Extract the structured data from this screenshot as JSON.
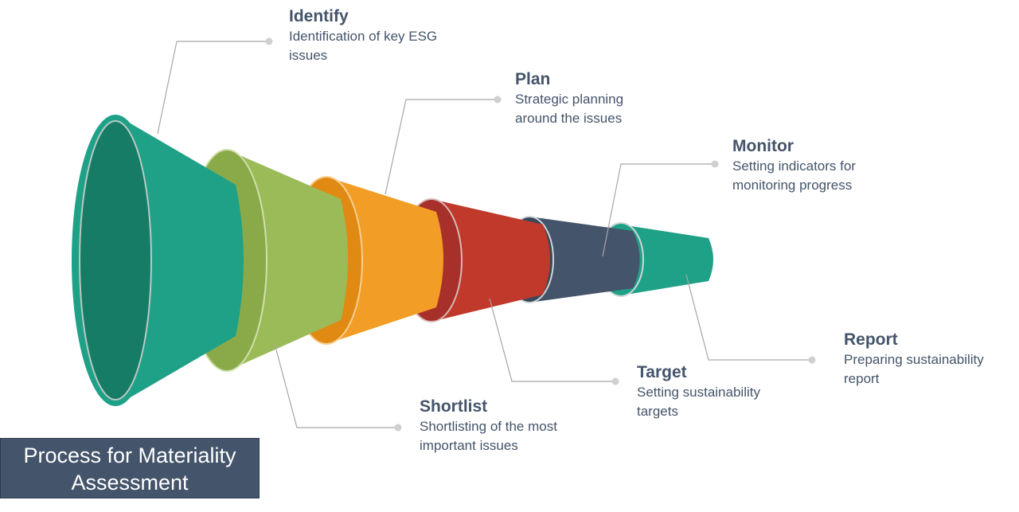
{
  "title": "Process for Materiality Assessment",
  "stages": [
    {
      "title": "Identify",
      "desc": "Identification of key ESG issues",
      "color": "#1fa187"
    },
    {
      "title": "Shortlist",
      "desc": "Shortlisting of the most important issues",
      "color": "#9bbb59"
    },
    {
      "title": "Plan",
      "desc": "Strategic planning around the issues",
      "color": "#f29e26"
    },
    {
      "title": "Target",
      "desc": "Setting sustainability targets",
      "color": "#c0392b"
    },
    {
      "title": "Monitor",
      "desc": "Setting indicators for monitoring progress",
      "color": "#44546a"
    },
    {
      "title": "Report",
      "desc": "Preparing sustainability report",
      "color": "#1fa187"
    }
  ],
  "colors": {
    "text": "#44546a",
    "connector": "#a6a6a6",
    "title_bg": "#44546a"
  }
}
